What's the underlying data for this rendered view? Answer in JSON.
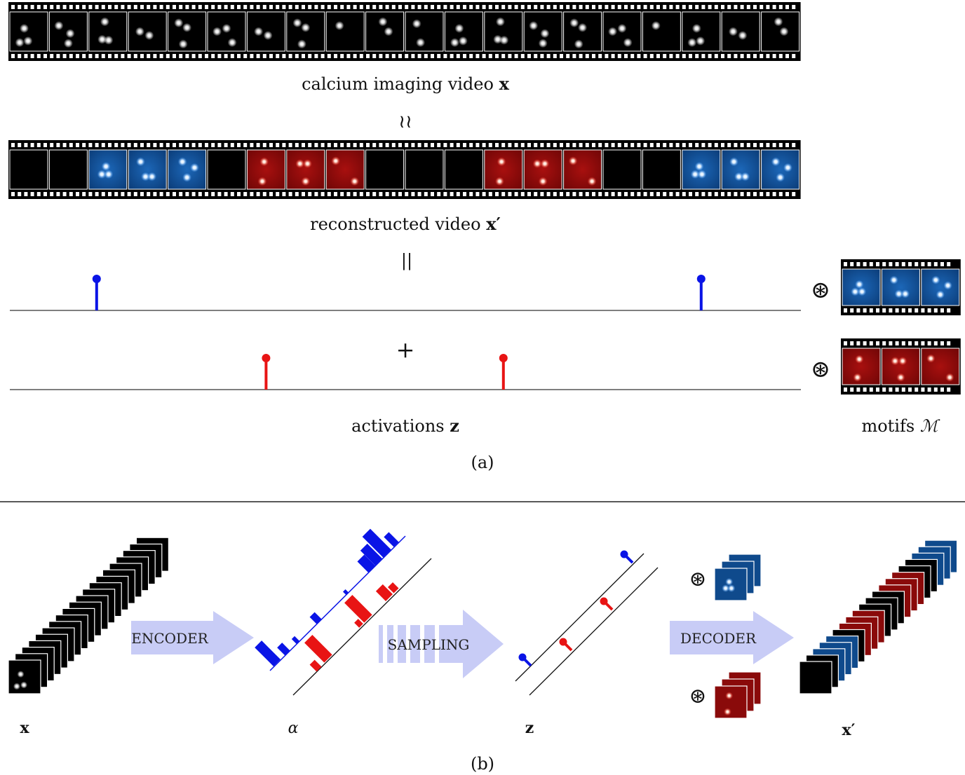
{
  "panel_a": {
    "caption": "(a)",
    "video_label": "calcium imaging video",
    "video_symbol": "x",
    "approx_symbol": "≀≀",
    "recon_label": "reconstructed video",
    "recon_symbol": "x′",
    "equals_symbol": "||",
    "plus_symbol": "+",
    "conv_symbol": "⊛",
    "activations_label": "activations",
    "activations_symbol": "z",
    "motifs_label": "motifs",
    "motifs_symbol": "ℳ",
    "recon_frames": [
      "black",
      "black",
      "blue",
      "blue",
      "blue",
      "black",
      "red",
      "red",
      "red",
      "black",
      "black",
      "black",
      "red",
      "red",
      "red",
      "black",
      "black",
      "blue",
      "blue",
      "blue"
    ],
    "activations": [
      {
        "series": "blue",
        "position": 3
      },
      {
        "series": "blue",
        "position": 18
      },
      {
        "series": "red",
        "position": 7
      },
      {
        "series": "red",
        "position": 13
      }
    ]
  },
  "panel_b": {
    "caption": "(b)",
    "encoder_label": "ENCODER",
    "sampling_label": "SAMPLING",
    "decoder_label": "DECODER",
    "x_label": "x",
    "alpha_label": "α",
    "z_label": "z",
    "xprime_label": "x′",
    "conv_symbol": "⊛"
  },
  "colors": {
    "blue_series": "#0a14e6",
    "red_series": "#e81414",
    "arrow_fill": "#c8ccf6",
    "blue_frame": "#0f4a8c",
    "red_frame": "#8a0a0a"
  }
}
